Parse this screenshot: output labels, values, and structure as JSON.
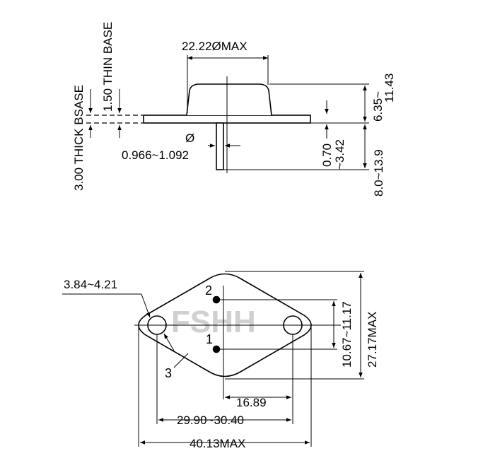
{
  "side_view": {
    "labels": {
      "thick_base": "3.00 THICK BSASE",
      "thin_base": "1.50 THIN BASE",
      "cap_diameter": "22.22ØMAX",
      "diameter_symbol": "Ø",
      "pin_diameter": "0.966~1.092",
      "base_thickness_top": "0.70",
      "base_thickness_bottom": "~3.42",
      "cap_height_top": "6.35~",
      "cap_height_bottom": "11.43",
      "pin_length": "8.0~13.9"
    }
  },
  "top_view": {
    "labels": {
      "hole_diameter": "3.84~4.21",
      "pin_spacing": "10.67~11.17",
      "overall_width": "27.17MAX",
      "pin_offset": "16.89",
      "hole_spacing": "29.90~30.40",
      "overall_length": "40.13MAX"
    },
    "pins": {
      "pin1": "1",
      "pin2": "2",
      "case": "3"
    },
    "watermark": "FSHH",
    "watermark_color": "#c8c8c8"
  }
}
